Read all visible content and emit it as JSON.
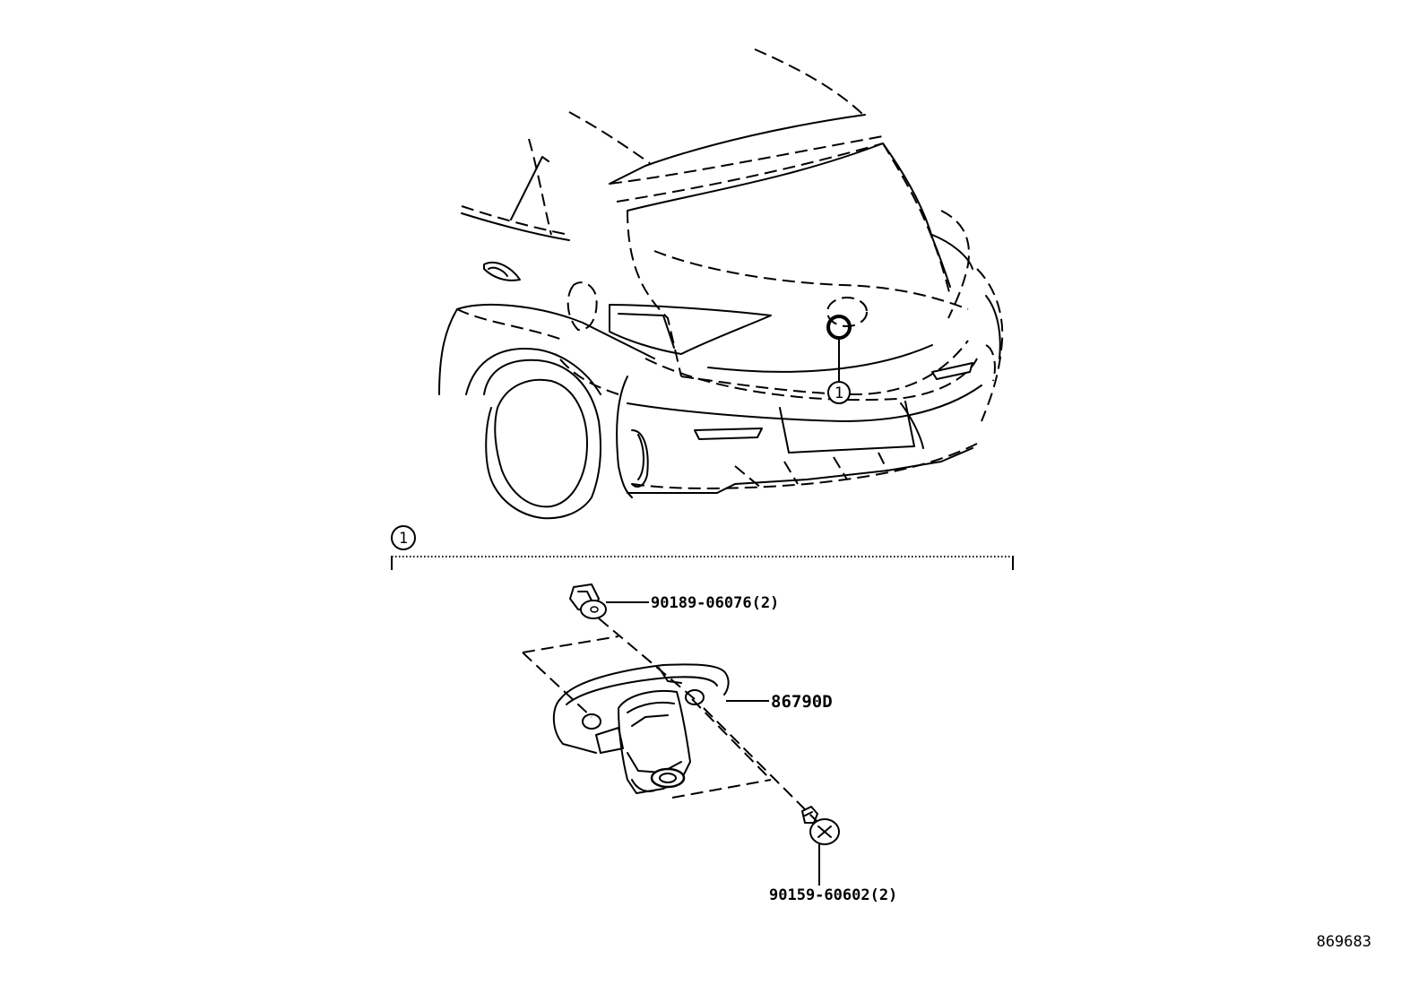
{
  "callouts": {
    "ref_index": "1",
    "section_index": "1"
  },
  "parts": {
    "clip": "90189-06076(2)",
    "camera_assy": "86790D",
    "screw": "90159-60602(2)"
  },
  "illustration_id": "869683"
}
